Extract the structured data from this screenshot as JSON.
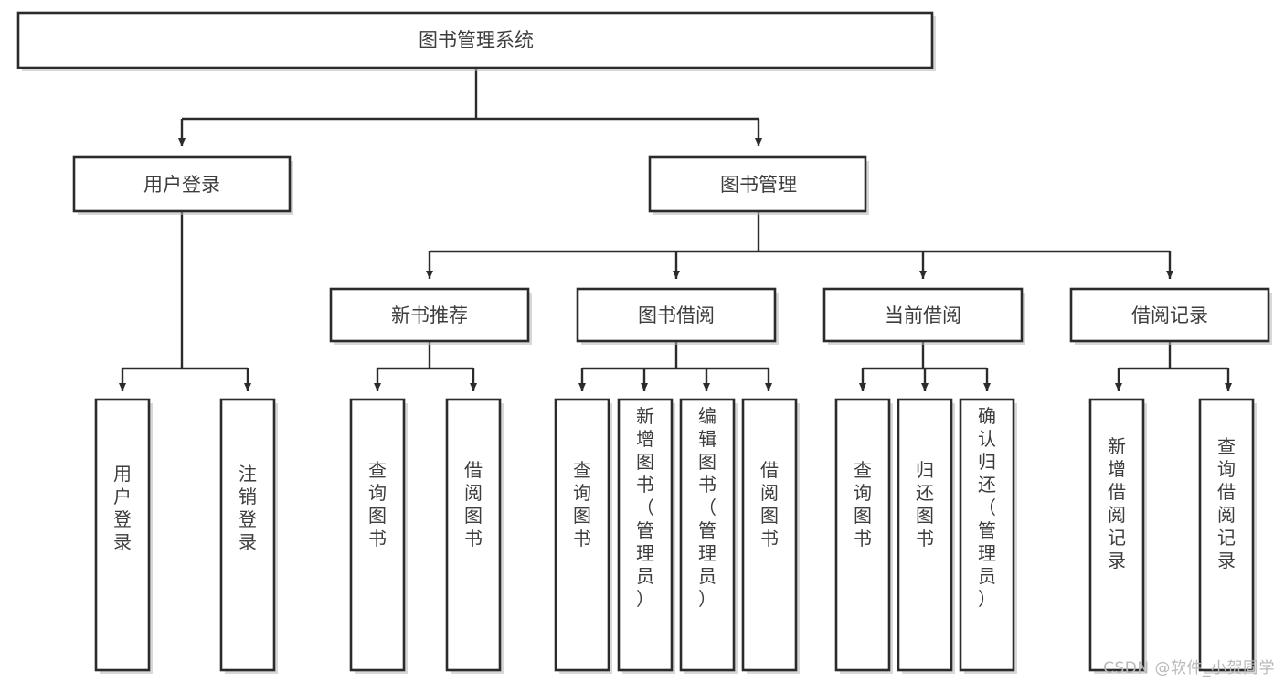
{
  "diagram": {
    "type": "tree",
    "title": "图书管理系统",
    "orientation": "top-down",
    "root": {
      "id": "root",
      "label": "图书管理系统"
    },
    "level1": [
      {
        "id": "user-login",
        "label": "用户登录"
      },
      {
        "id": "book-manage",
        "label": "图书管理"
      }
    ],
    "level2": [
      {
        "id": "new-book-rec",
        "label": "新书推荐",
        "parent": "book-manage"
      },
      {
        "id": "book-borrow",
        "label": "图书借阅",
        "parent": "book-manage"
      },
      {
        "id": "current-borrow",
        "label": "当前借阅",
        "parent": "book-manage"
      },
      {
        "id": "borrow-record",
        "label": "借阅记录",
        "parent": "book-manage"
      }
    ],
    "leaves": [
      {
        "id": "leaf-user-login",
        "label": "用户登录",
        "parent": "user-login"
      },
      {
        "id": "leaf-logout-login",
        "label": "注销登录",
        "parent": "user-login"
      },
      {
        "id": "leaf-query-book-1",
        "label": "查询图书",
        "parent": "new-book-rec"
      },
      {
        "id": "leaf-borrow-book-1",
        "label": "借阅图书",
        "parent": "new-book-rec"
      },
      {
        "id": "leaf-query-book-2",
        "label": "查询图书",
        "parent": "book-borrow"
      },
      {
        "id": "leaf-add-book",
        "label": "新增图书（管理员）",
        "parent": "book-borrow"
      },
      {
        "id": "leaf-edit-book",
        "label": "编辑图书（管理员）",
        "parent": "book-borrow"
      },
      {
        "id": "leaf-borrow-book-2",
        "label": "借阅图书",
        "parent": "book-borrow"
      },
      {
        "id": "leaf-query-book-3",
        "label": "查询图书",
        "parent": "current-borrow"
      },
      {
        "id": "leaf-return-book",
        "label": "归还图书",
        "parent": "current-borrow"
      },
      {
        "id": "leaf-confirm-return",
        "label": "确认归还（管理员）",
        "parent": "current-borrow"
      },
      {
        "id": "leaf-add-record",
        "label": "新增借阅记录",
        "parent": "borrow-record"
      },
      {
        "id": "leaf-query-record",
        "label": "查询借阅记录",
        "parent": "borrow-record"
      }
    ],
    "colors": {
      "box_stroke": "#2b2b2b",
      "box_fill": "#ffffff",
      "text": "#3d3d3d",
      "line": "#2b2b2b",
      "watermark": "#b9b9b9",
      "background": "#ffffff"
    }
  },
  "watermark": {
    "text": "CSDN @软件_小贺同学"
  }
}
